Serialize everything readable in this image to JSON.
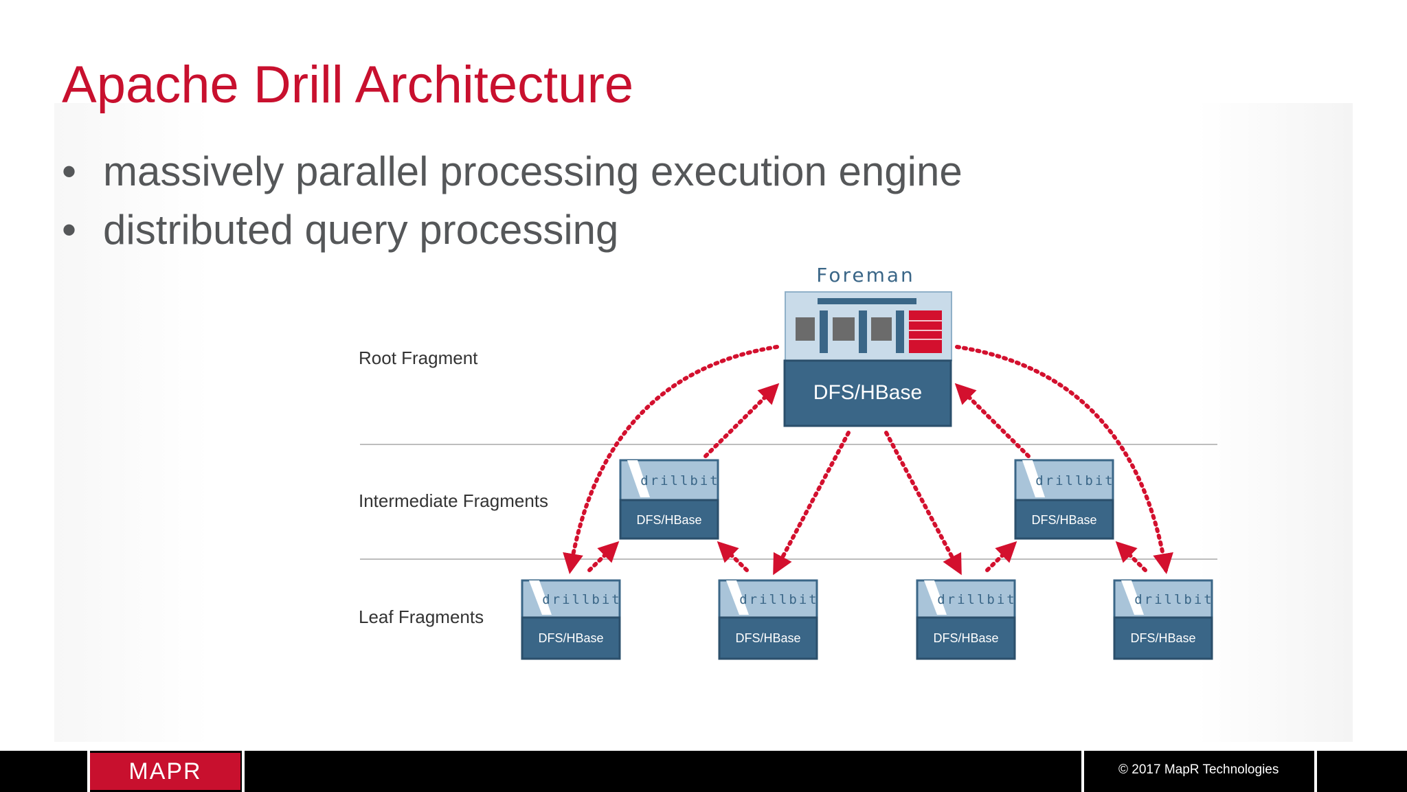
{
  "slide": {
    "title": "Apache Drill Architecture",
    "bullets": [
      "massively parallel processing execution engine",
      "distributed query processing"
    ],
    "bullet_glyph": "•"
  },
  "diagram": {
    "foreman_label": "Foreman",
    "levels": [
      "Root Fragment",
      "Intermediate Fragments",
      "Leaf Fragments"
    ],
    "root_storage_label": "DFS/HBase",
    "node_header_label": "drillbit",
    "node_storage_label": "DFS/HBase",
    "colors": {
      "node_dark": "#3a6687",
      "node_light": "#a9c4d9",
      "arrow": "#d3102e",
      "divider": "#bdbdbd"
    }
  },
  "footer": {
    "logo": "MAPR",
    "copyright": "© 2017 MapR Technologies"
  },
  "colors": {
    "accent": "#c8102e",
    "text": "#555759"
  }
}
